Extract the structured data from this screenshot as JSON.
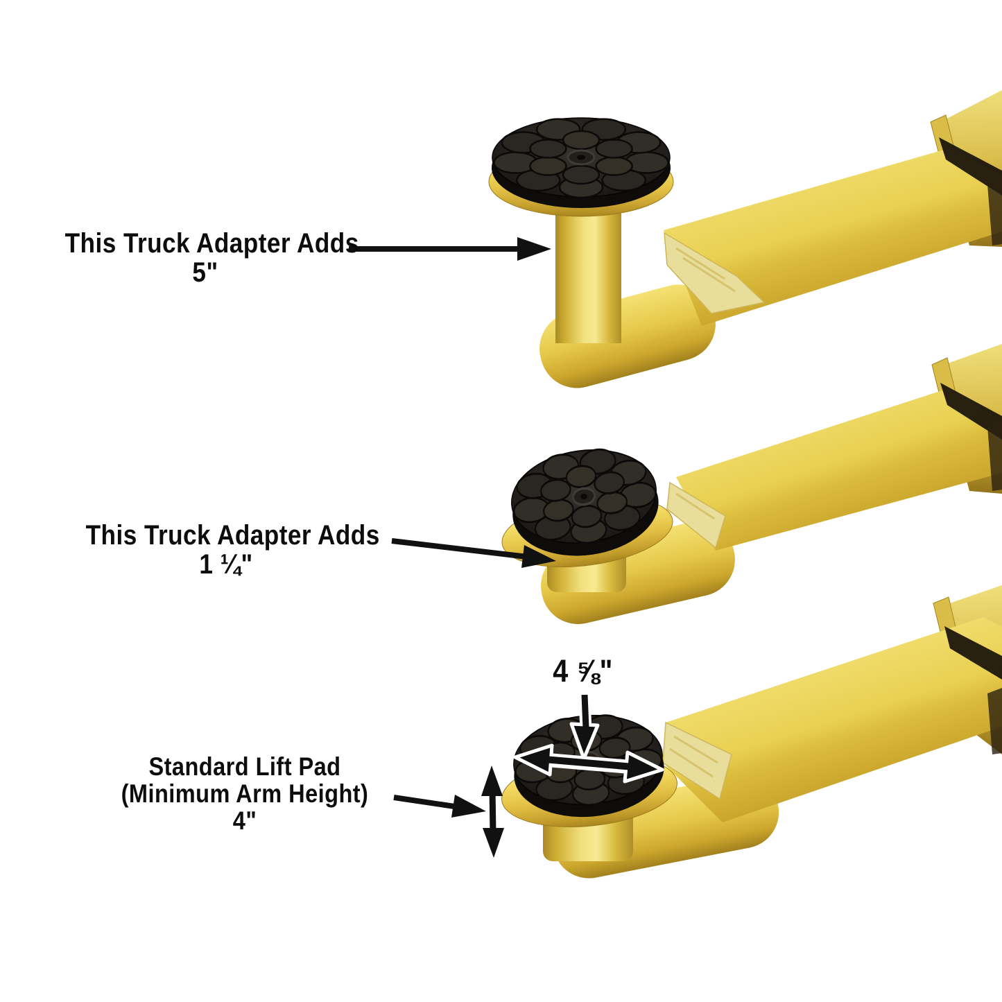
{
  "diagram": {
    "background_color": "#ffffff",
    "subject": "two-post lift arm pad height comparison",
    "labels": {
      "adapter5": {
        "line1": "This Truck Adapter Adds",
        "value": "5\""
      },
      "adapter125": {
        "line1": "This Truck Adapter Adds",
        "value": "1 ¼\""
      },
      "standard": {
        "line1": "Standard Lift Pad",
        "line2": "(Minimum Arm Height)",
        "value": "4\""
      },
      "pad_diameter": "4 ⅝\""
    },
    "colors": {
      "arm_yellow": "#e8cf55",
      "arm_yellow_dark": "#b3902a",
      "cut_metal": "#e9dd9b",
      "pad_rubber": "#26231f",
      "annotation_black": "#111111",
      "outline_white": "#ffffff"
    }
  }
}
